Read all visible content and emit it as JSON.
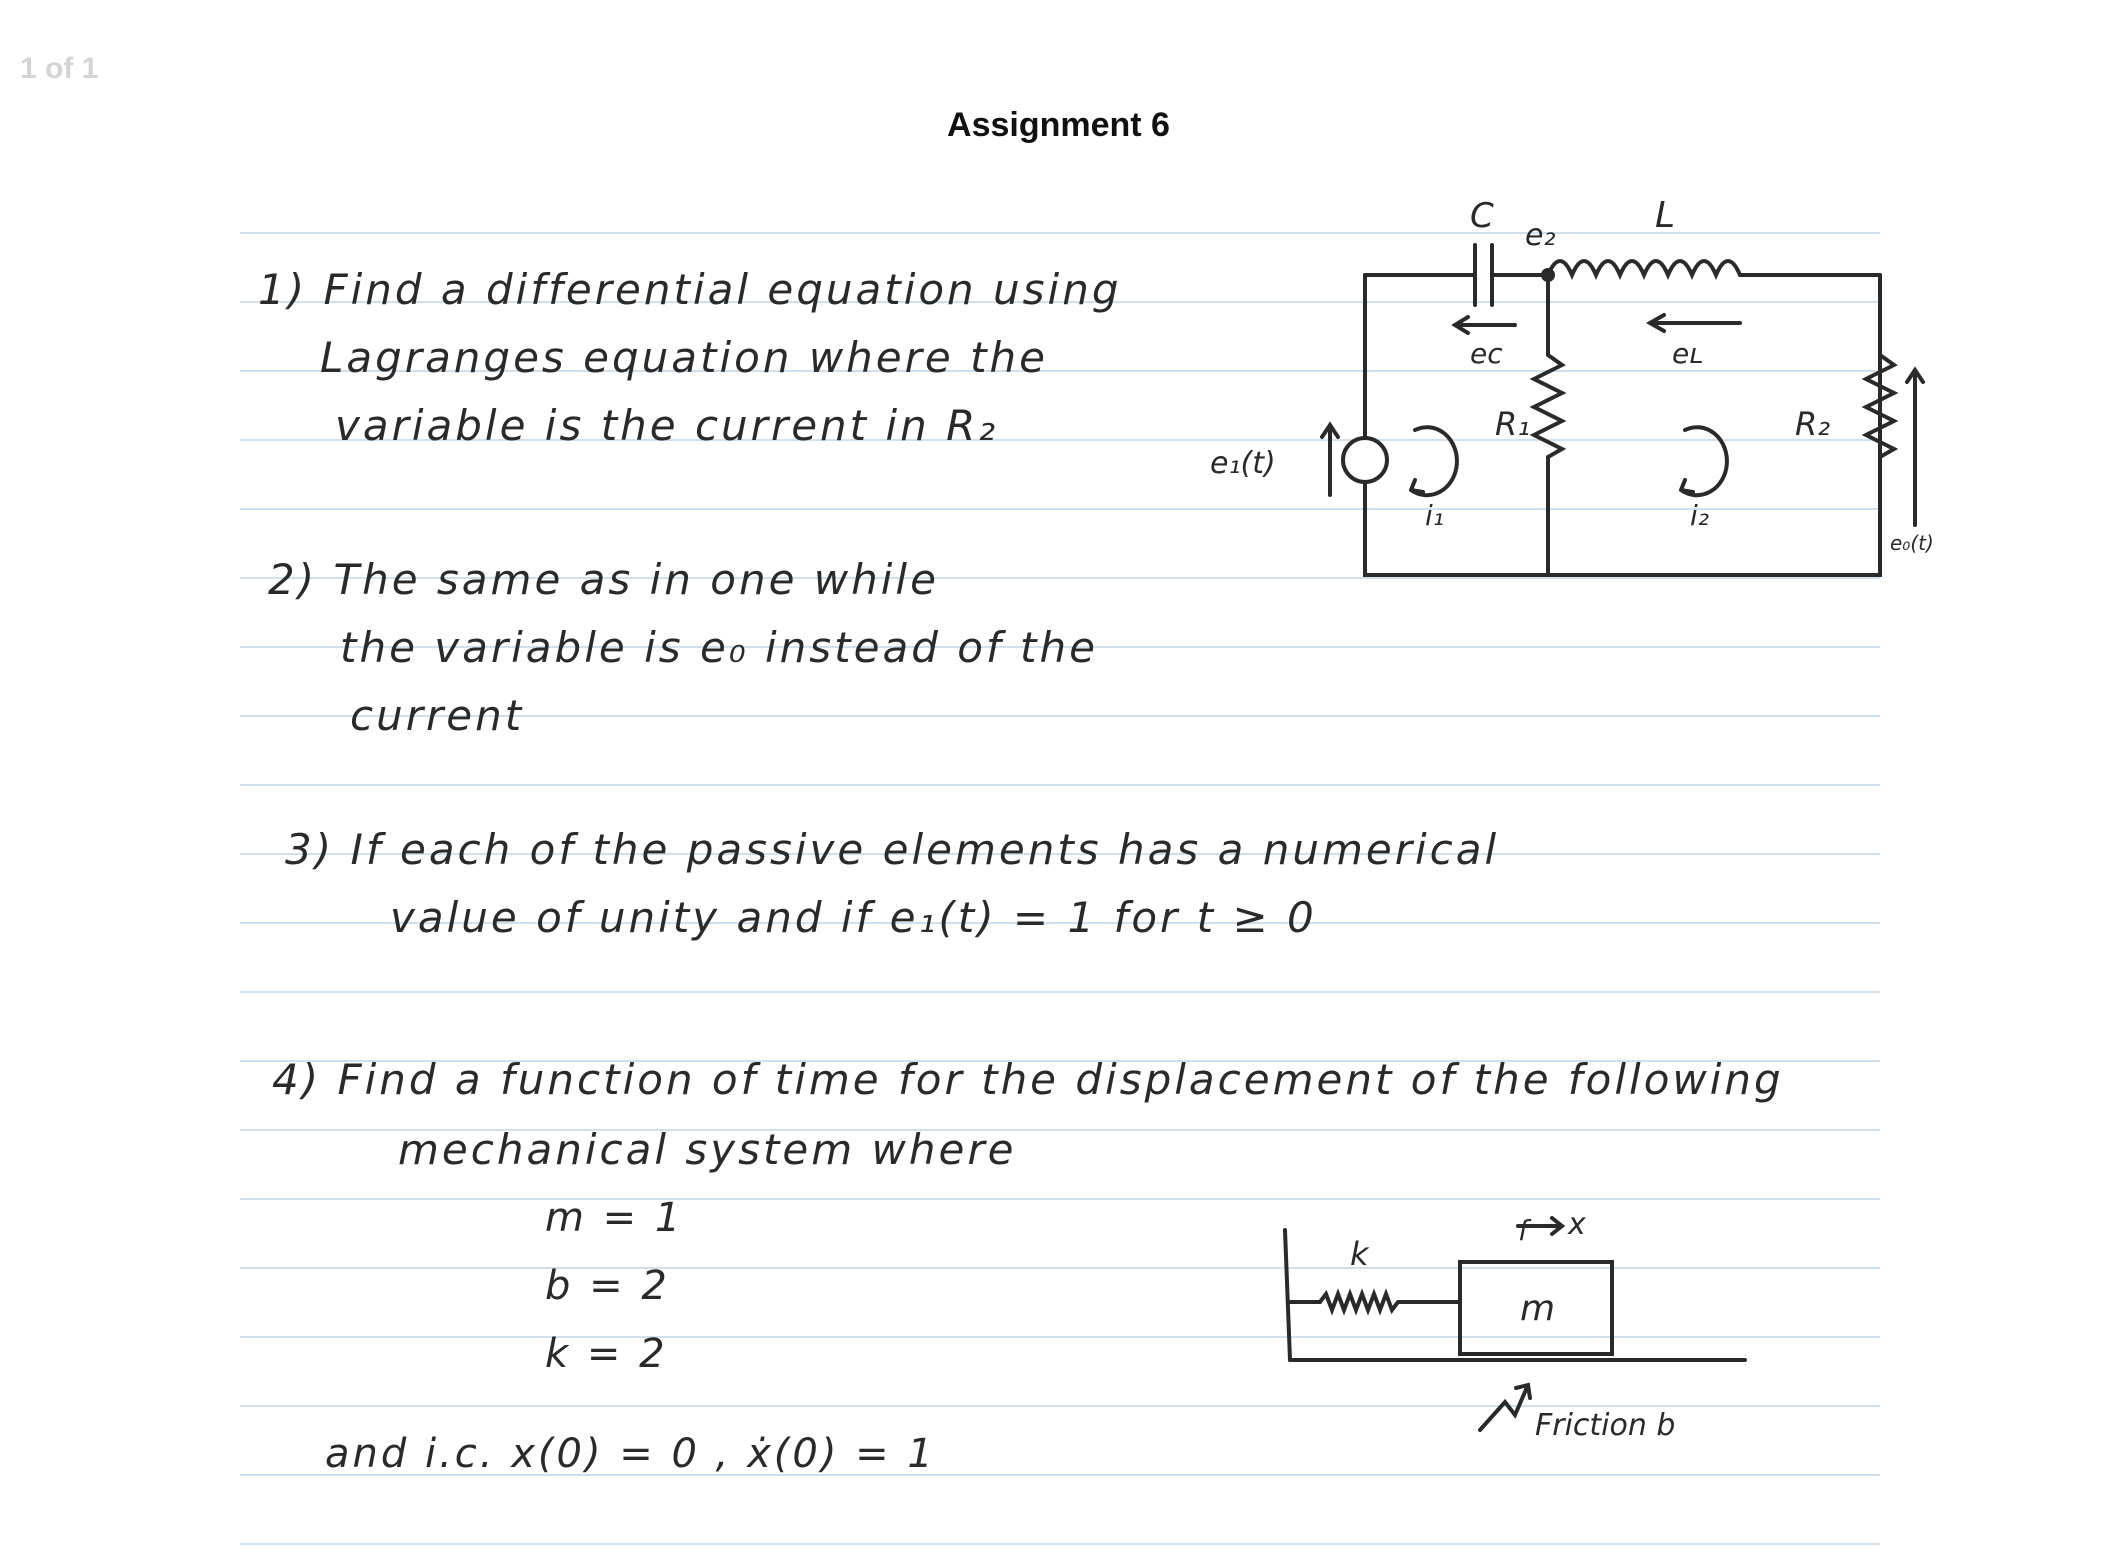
{
  "viewer": {
    "page_counter": "1 of 1"
  },
  "document": {
    "title": "Assignment 6",
    "q1": {
      "line1": "1) Find a differential equation using",
      "line2": "Lagranges equation where the",
      "line3": "variable is the current in R₂"
    },
    "q2": {
      "line1": "2) The same as in one while",
      "line2": "the variable is e₀ instead of the",
      "line3": "current"
    },
    "q3": {
      "line1": "3) If each of the passive elements has a numerical",
      "line2": "value of unity and if e₁(t) = 1   for t ≥ 0"
    },
    "q4": {
      "line1": "4) Find a function of time for the displacement of the following",
      "line2": "mechanical system where",
      "m": "m = 1",
      "b": "b = 2",
      "k": "k = 2",
      "ic": "and i.c.   x(0) = 0 ,  ẋ(0) = 1"
    }
  },
  "circuit": {
    "capacitor": "C",
    "node_voltage": "e₂",
    "inductor": "L",
    "capacitor_voltage": "eᴄ",
    "inductor_voltage": "eʟ",
    "source": "e₁(t)",
    "resistor1": "R₁",
    "resistor2": "R₂",
    "current1": "i₁",
    "current2": "i₂",
    "output": "e₀(t)"
  },
  "mechanical": {
    "spring": "k",
    "mass": "m",
    "force": "f",
    "displacement": "x",
    "friction": "Friction b"
  }
}
